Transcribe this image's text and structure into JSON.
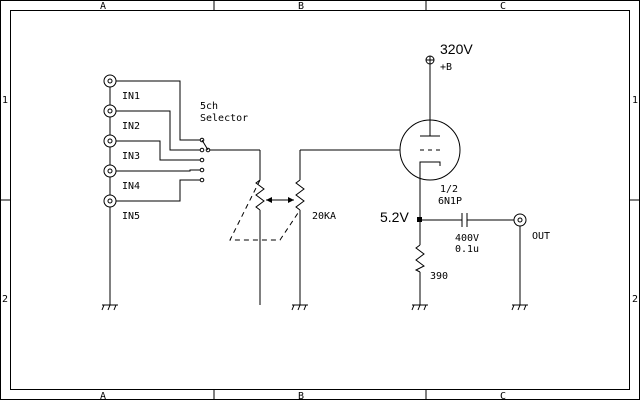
{
  "frame": {
    "columns": [
      "A",
      "B",
      "C"
    ],
    "rows": [
      "1",
      "2"
    ]
  },
  "inputs": [
    "IN1",
    "IN2",
    "IN3",
    "IN4",
    "IN5"
  ],
  "selector": {
    "line1": "5ch",
    "line2": "Selector"
  },
  "potentiometer": {
    "label": "20KA"
  },
  "tube": {
    "label1": "1/2",
    "label2": "6N1P"
  },
  "supply": {
    "voltage": "320V",
    "name": "+B"
  },
  "cathode": {
    "voltage": "5.2V"
  },
  "capacitor": {
    "voltage": "400V",
    "value": "0.1u"
  },
  "resistor": {
    "value": "390"
  },
  "output": {
    "label": "OUT"
  }
}
